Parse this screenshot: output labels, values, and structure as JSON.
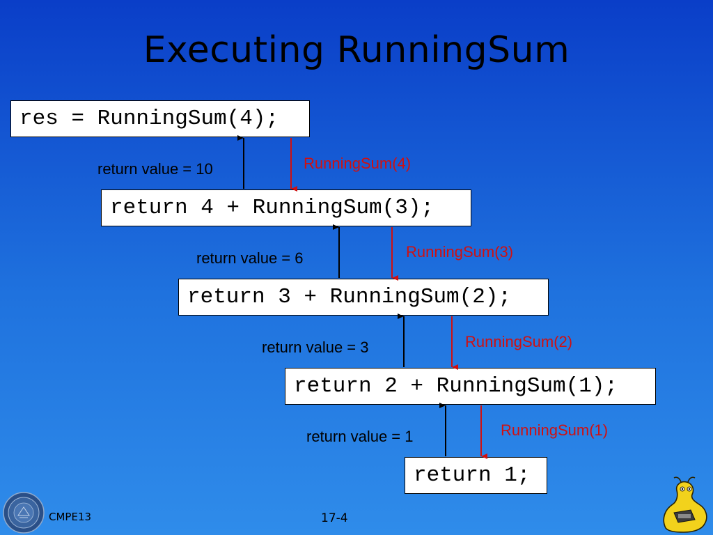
{
  "slide": {
    "title": "Executing RunningSum",
    "code_lines": [
      "res = RunningSum(4);",
      "return 4 + RunningSum(3);",
      "return 3 + RunningSum(2);",
      "return 2 + RunningSum(1);",
      "return 1;"
    ],
    "return_labels": [
      "return value = 10",
      "return value = 6",
      "return value = 3",
      "return value = 1"
    ],
    "call_labels": [
      "RunningSum(4)",
      "RunningSum(3)",
      "RunningSum(2)",
      "RunningSum(1)"
    ]
  },
  "footer": {
    "course": "CMPE13",
    "page": "17-4"
  },
  "colors": {
    "background_top": "#0a3ec8",
    "background_bottom": "#2f8cea",
    "call_arrow": "#d01010",
    "return_arrow": "#000000"
  }
}
